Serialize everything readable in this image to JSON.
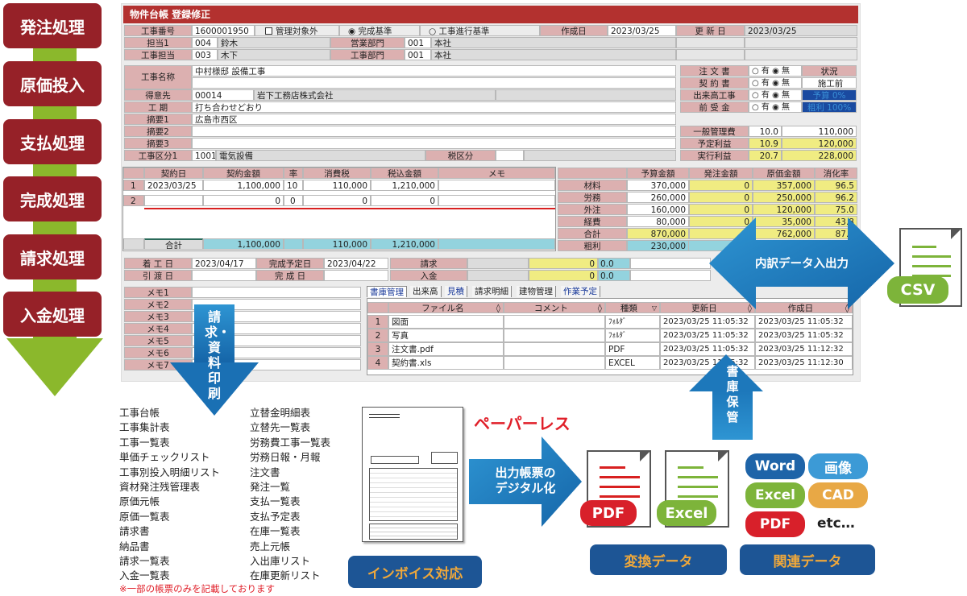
{
  "flow": {
    "steps": [
      "発注処理",
      "原価投入",
      "支払処理",
      "完成処理",
      "請求処理",
      "入金処理"
    ],
    "arrow_color": "#8bb82c",
    "step_color": "#962128"
  },
  "window": {
    "title": "物件台帳 登録修正",
    "header": {
      "koji_bango_label": "工事番号",
      "koji_bango": "1600001950",
      "kanri_taisho_gai_label": "管理対象外",
      "kansei_kijun_label": "完成基準",
      "koji_shinko_kijun_label": "工事進行基準",
      "sakusei_bi_label": "作成日",
      "sakusei_bi": "2023/03/25",
      "koshin_bi_label": "更 新 日",
      "koshin_bi": "2023/03/25",
      "tanto1_label": "担当1",
      "tanto1_code": "004",
      "tanto1_name": "鈴木",
      "eigyo_bumon_label": "営業部門",
      "eigyo_bumon_code": "001",
      "eigyo_bumon_name": "本社",
      "koji_tanto_label": "工事担当",
      "koji_tanto_code": "003",
      "koji_tanto_name": "木下",
      "koji_bumon_label": "工事部門",
      "koji_bumon_code": "001",
      "koji_bumon_name": "本社"
    },
    "info": {
      "koji_meisho_label": "工事名称",
      "koji_meisho": "中村様邸 設備工事",
      "tokuisaki_label": "得意先",
      "tokuisaki_code": "00014",
      "tokuisaki_name": "岩下工務店株式会社",
      "koki_label": "工 期",
      "koki": "打ち合わせどおり",
      "tekiyo1_label": "摘要1",
      "tekiyo1": "広島市西区",
      "tekiyo2_label": "摘要2",
      "tekiyo3_label": "摘要3",
      "koji_kubun_label": "工事区分1",
      "koji_kubun_code": "1001",
      "koji_kubun_name": "電気設備",
      "zei_kubun_label": "税区分"
    },
    "status": {
      "rows": [
        {
          "label": "注 文 書",
          "yes": "有",
          "no": "無"
        },
        {
          "label": "契 約 書",
          "yes": "有",
          "no": "無"
        },
        {
          "label": "出来高工事",
          "yes": "有",
          "no": "無"
        },
        {
          "label": "前 受 金",
          "yes": "有",
          "no": "無"
        }
      ],
      "jokyo_label": "状況",
      "jokyo_value": "施工前",
      "yosan_badge": "予算 0%",
      "arari_badge": "粗利 100%"
    },
    "profit": [
      {
        "label": "一般管理費",
        "rate": "10.0",
        "amount": "110,000"
      },
      {
        "label": "予定利益",
        "rate": "10.9",
        "amount": "120,000"
      },
      {
        "label": "実行利益",
        "rate": "20.7",
        "amount": "228,000"
      }
    ],
    "contract_table": {
      "headers": [
        "契約日",
        "契約金額",
        "率",
        "消費税",
        "税込金額",
        "メモ"
      ],
      "rows": [
        {
          "no": "1",
          "date": "2023/03/25",
          "amount": "1,100,000",
          "rate": "10",
          "tax": "110,000",
          "total": "1,210,000",
          "memo": ""
        },
        {
          "no": "2",
          "date": "",
          "amount": "0",
          "rate": "0",
          "tax": "0",
          "total": "0",
          "memo": ""
        }
      ],
      "sum_label": "合計",
      "sum_amount": "1,100,000",
      "sum_tax": "110,000",
      "sum_total": "1,210,000"
    },
    "budget_table": {
      "headers": [
        "予算金額",
        "発注金額",
        "原価金額",
        "消化率"
      ],
      "rows": [
        {
          "label": "材料",
          "budget": "370,000",
          "order": "0",
          "cost": "357,000",
          "rate": "96.5"
        },
        {
          "label": "労務",
          "budget": "260,000",
          "order": "0",
          "cost": "250,000",
          "rate": "96.2"
        },
        {
          "label": "外注",
          "budget": "160,000",
          "order": "0",
          "cost": "120,000",
          "rate": "75.0"
        },
        {
          "label": "経費",
          "budget": "80,000",
          "order": "0",
          "cost": "35,000",
          "rate": "43.8"
        },
        {
          "label": "合計",
          "budget": "870,000",
          "order": "0",
          "cost": "762,000",
          "rate": "87.6"
        }
      ],
      "arari_label": "粗利",
      "arari_value": "230,000"
    },
    "dates": {
      "chakko_label": "着 工 日",
      "chakko": "2023/04/17",
      "kansei_yotei_label": "完成予定日",
      "kansei_yotei": "2023/04/22",
      "hikiwatashi_label": "引 渡 日",
      "kansei_label": "完 成 日"
    },
    "billing": [
      {
        "label": "請求",
        "amount": "0",
        "rate": "0.0"
      },
      {
        "label": "入金",
        "amount": "0",
        "rate": "0.0"
      }
    ],
    "memos": [
      "メモ1",
      "メモ2",
      "メモ3",
      "メモ4",
      "メモ5",
      "メモ6",
      "メモ7"
    ],
    "tabs": [
      "書庫管理",
      "出来高",
      "見積",
      "請求明細",
      "建物管理",
      "作業予定"
    ],
    "files_table": {
      "headers": [
        "ファイル名",
        "コメント",
        "種類",
        "更新日",
        "作成日"
      ],
      "rows": [
        {
          "no": "1",
          "name": "図面",
          "comment": "",
          "type": "ﾌｫﾙﾀﾞ",
          "updated": "2023/03/25 11:05:32",
          "created": "2023/03/25 11:05:32"
        },
        {
          "no": "2",
          "name": "写真",
          "comment": "",
          "type": "ﾌｫﾙﾀﾞ",
          "updated": "2023/03/25 11:05:32",
          "created": "2023/03/25 11:05:32"
        },
        {
          "no": "3",
          "name": "注文書.pdf",
          "comment": "",
          "type": "PDF",
          "updated": "2023/03/25 11:05:32",
          "created": "2023/03/25 11:12:32"
        },
        {
          "no": "4",
          "name": "契約書.xls",
          "comment": "",
          "type": "EXCEL",
          "updated": "2023/03/25 11:05:32",
          "created": "2023/03/25 11:12:30"
        }
      ]
    }
  },
  "overlays": {
    "print_arrow": "請求・資料印刷",
    "csv_arrow": "内訳データ入出力",
    "csv_badge": "CSV",
    "storage_arrow": "書庫保管",
    "digital_arrow_line1": "出力帳票の",
    "digital_arrow_line2": "デジタル化",
    "paperless": "ペーパーレス",
    "invoice_label": "インボイス対応",
    "convert_label": "変換データ",
    "related_label": "関連データ",
    "pdf_doc_badge": "PDF",
    "excel_doc_badge": "Excel",
    "related_pills": {
      "word": "Word",
      "image": "画像",
      "excel": "Excel",
      "cad": "CAD",
      "pdf": "PDF",
      "etc": "etc…"
    }
  },
  "report_list": {
    "col1": [
      "工事台帳",
      "工事集計表",
      "工事一覧表",
      "単価チェックリスト",
      "工事別投入明細リスト",
      "資材発注残管理表",
      "原価元帳",
      "原価一覧表",
      "請求書",
      "納品書",
      "請求一覧表",
      "入金一覧表"
    ],
    "col2": [
      "立替金明細表",
      "立替先一覧表",
      "労務費工事一覧表",
      "労務日報・月報",
      "注文書",
      "発注一覧",
      "支払一覧表",
      "支払予定表",
      "在庫一覧表",
      "売上元帳",
      "入出庫リスト",
      "在庫更新リスト"
    ],
    "note": "※一部の帳票のみを記載しております"
  }
}
